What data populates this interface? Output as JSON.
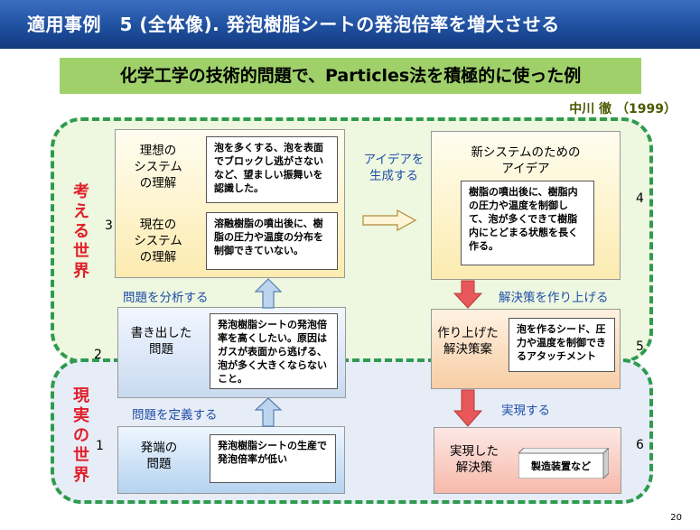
{
  "title": "適用事例　5 (全体像).  発泡樹脂シートの発泡倍率を増大させる",
  "subtitle": "化学工学の技術的問題で、Particles法を積極的に使った例",
  "author": "中川 徹 （1999）",
  "worlds": {
    "think": "考える世界",
    "real": "現実の世界"
  },
  "numbers": {
    "n1": "1",
    "n2": "2",
    "n3": "3",
    "n4": "4",
    "n5": "5",
    "n6": "6"
  },
  "box3": {
    "ideal_label": "理想の\nシステム\nの理解",
    "ideal_text": "泡を多くする、泡を表面でブロックし逃がさない など、望ましい振舞いを認識した。",
    "current_label": "現在の\nシステム\nの理解",
    "current_text": "溶融樹脂の噴出後に、樹脂の圧力や温度の分布を制御できていない。"
  },
  "box4": {
    "label": "新システムのための\nアイデア",
    "text": "樹脂の噴出後に、樹脂内の圧力や温度を制御して、泡が多くできて樹脂内にとどまる状態を長く作る。"
  },
  "box2": {
    "label": "書き出した\n問題",
    "text": "発泡樹脂シートの発泡倍率を高くしたい。原因はガスが表面から逃げる、泡が多く大きくならないこと。"
  },
  "box5": {
    "label": "作り上げた\n解決策案",
    "text": "泡を作るシード、圧力や温度を制御できるアタッチメント"
  },
  "box1": {
    "label": "発端の\n問題",
    "text": "発泡樹脂シートの生産で発泡倍率が低い"
  },
  "box6": {
    "label": "実現した\n解決策",
    "text": "製造装置など"
  },
  "arrows": {
    "generate": "アイデアを\n生成する",
    "analyze": "問題を分析する",
    "define": "問題を定義する",
    "build": "解決策を作り上げる",
    "realize": "実現する"
  },
  "colors": {
    "title_bar": "#1f4f9f",
    "subtitle_bg": "#9fd06a",
    "dash_green": "#2e9b4e",
    "world_label": "#e0202a",
    "arrow_text": "#1f4fa8",
    "red_arrow": "#e8585a"
  },
  "page": "20"
}
